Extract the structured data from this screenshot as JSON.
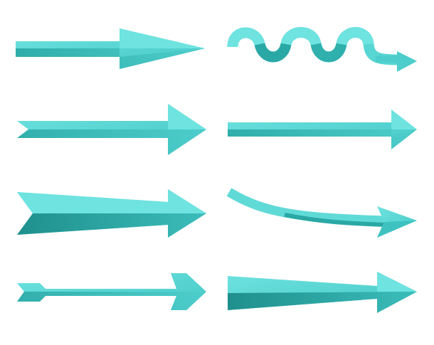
{
  "colors": {
    "background": "#ffffff",
    "light": "#6ee3e0",
    "mid": "#4dcdcb",
    "dark": "#2aa8a5",
    "darkest": "#1f8f8c"
  },
  "arrows": [
    {
      "icon": "plain-arrow-icon",
      "column": "left",
      "row": 1
    },
    {
      "icon": "wavy-arrow-icon",
      "column": "right",
      "row": 1
    },
    {
      "icon": "notched-tail-arrow-icon",
      "column": "left",
      "row": 2
    },
    {
      "icon": "straight-arrow-icon",
      "column": "right",
      "row": 2
    },
    {
      "icon": "faceted-dart-arrow-icon",
      "column": "left",
      "row": 3
    },
    {
      "icon": "curved-arrow-icon",
      "column": "right",
      "row": 3
    },
    {
      "icon": "fletched-arrow-icon",
      "column": "left",
      "row": 4
    },
    {
      "icon": "tapered-arrow-icon",
      "column": "right",
      "row": 4
    }
  ]
}
